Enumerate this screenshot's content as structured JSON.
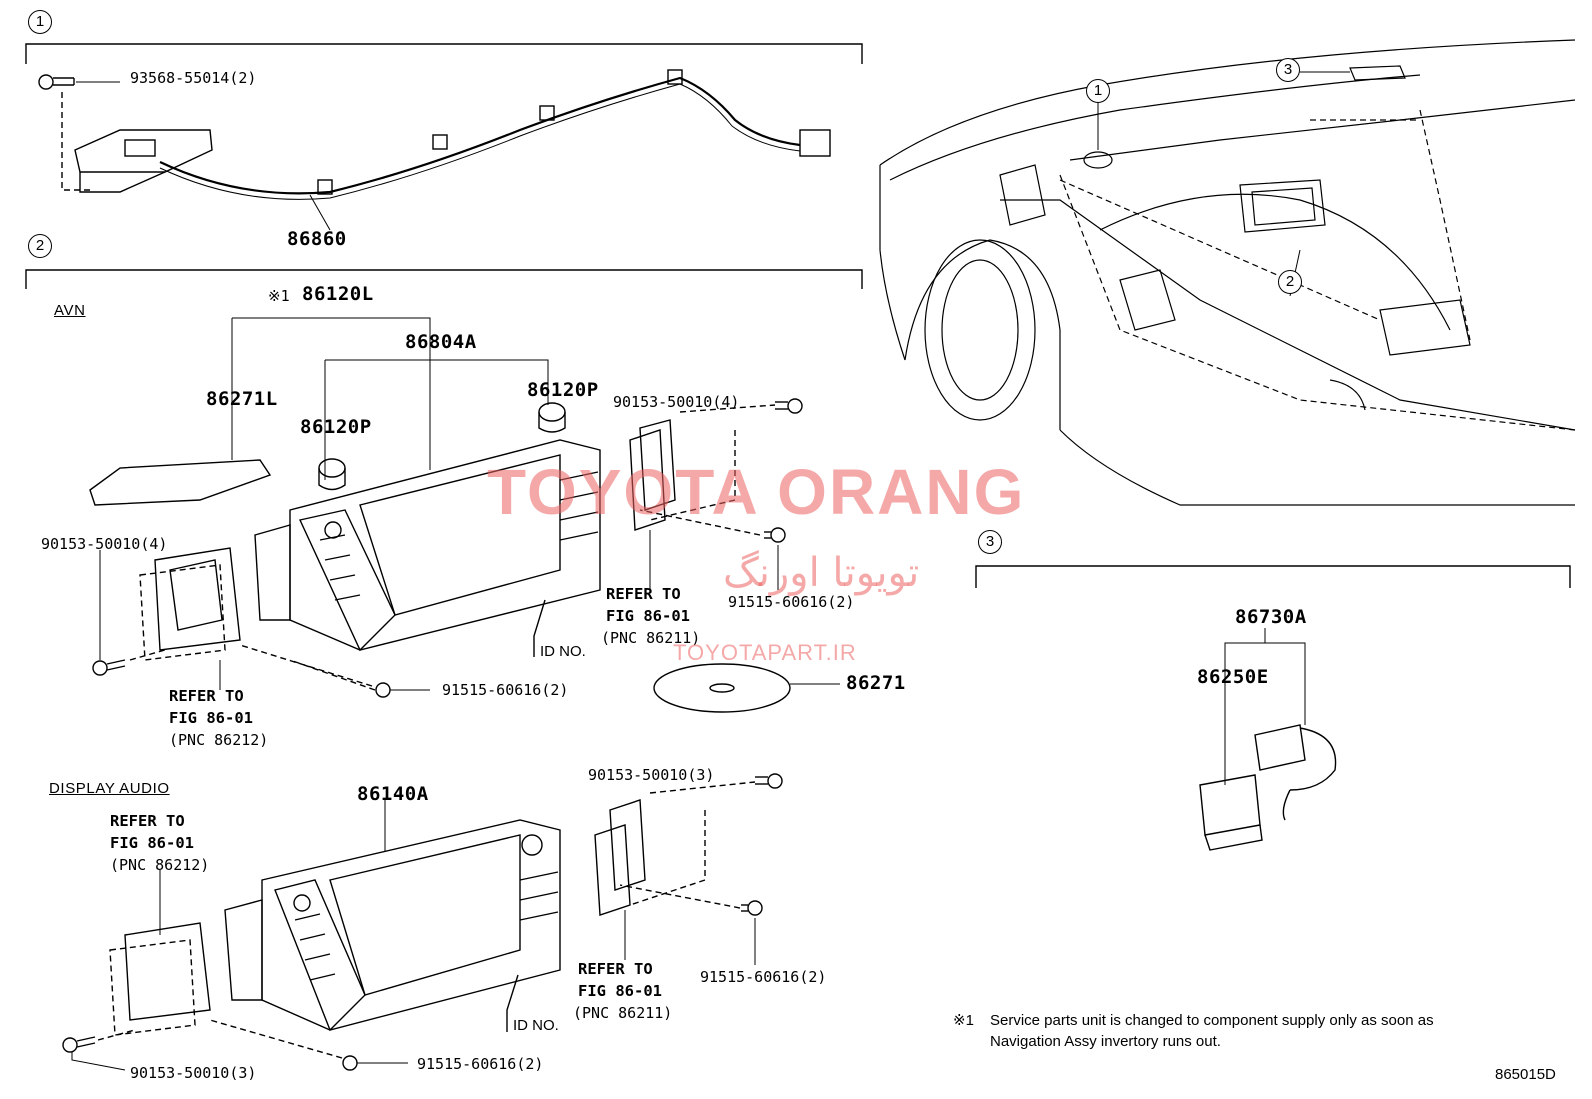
{
  "sections": {
    "s1": {
      "number": "1"
    },
    "s2": {
      "number": "2",
      "avn_label": "AVN",
      "display_audio_label": "DISPLAY AUDIO"
    },
    "s3": {
      "number": "3"
    }
  },
  "callouts": {
    "overview_1": "1",
    "overview_2": "2",
    "overview_3": "3"
  },
  "parts": {
    "p93568": "93568-55014(2)",
    "p86860": "86860",
    "p86120L": "86120L",
    "note_mark": "※1",
    "p86804A": "86804A",
    "p86271L": "86271L",
    "p86120P_a": "86120P",
    "p86120P_b": "86120P",
    "p90153_avn_top": "90153-50010(4)",
    "p90153_avn_left": "90153-50010(4)",
    "p91515_avn_right": "91515-60616(2)",
    "p91515_avn_bottom": "91515-60616(2)",
    "p86271": "86271",
    "p86140A": "86140A",
    "p90153_da_top": "90153-50010(3)",
    "p91515_da_right": "91515-60616(2)",
    "p91515_da_bottom": "91515-60616(2)",
    "p90153_da_bottom": "90153-50010(3)",
    "p86730A": "86730A",
    "p86250E": "86250E"
  },
  "refs": {
    "avn_right": [
      "REFER TO",
      "FIG 86-01",
      "(PNC 86211)"
    ],
    "avn_left": [
      "REFER TO",
      "FIG 86-01",
      "(PNC 86212)"
    ],
    "da_left": [
      "REFER TO",
      "FIG 86-01",
      "(PNC 86212)"
    ],
    "da_right": [
      "REFER TO",
      "FIG 86-01",
      "(PNC 86211)"
    ],
    "id_no_avn": "ID NO.",
    "id_no_da": "ID NO."
  },
  "footnote": {
    "mark": "※1",
    "line1": "Service parts unit is changed to component supply only as soon as",
    "line2": "Navigation Assy invertory runs out."
  },
  "figure_code": "865015D",
  "watermark": {
    "main": "TOYOTA ORANG",
    "persian": "تویوتا اورنگ",
    "url": "TOYOTAPART.IR"
  }
}
